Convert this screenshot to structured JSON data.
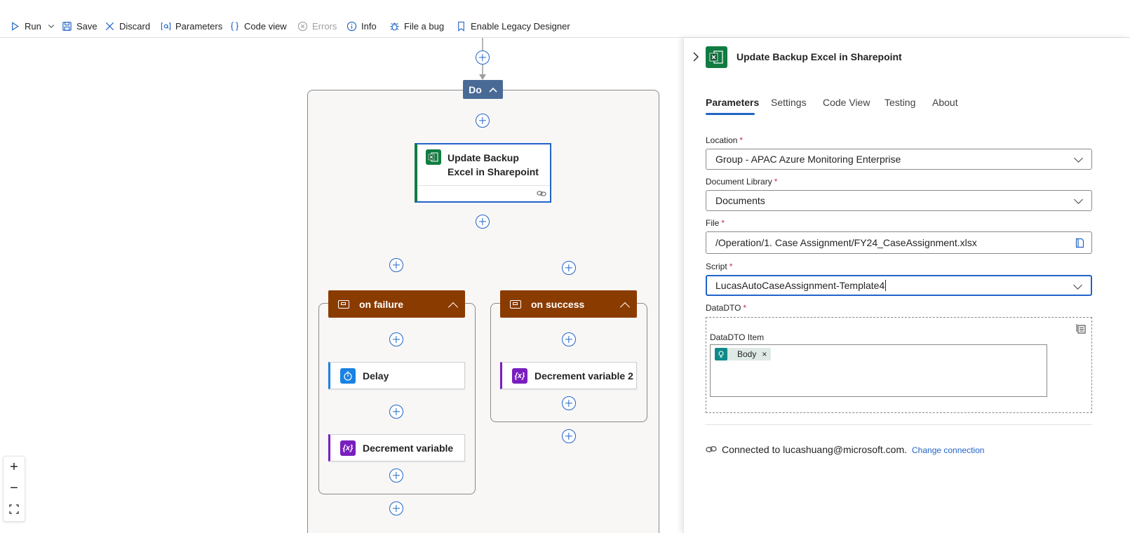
{
  "toolbar": {
    "run": "Run",
    "save": "Save",
    "discard": "Discard",
    "parameters": "Parameters",
    "code_view": "Code view",
    "errors": "Errors",
    "info": "Info",
    "file_bug": "File a bug",
    "legacy": "Enable Legacy Designer"
  },
  "canvas": {
    "do_label": "Do",
    "main_action": "Update Backup Excel in Sharepoint",
    "failure_branch": "on failure",
    "success_branch": "on success",
    "delay_action": "Delay",
    "decrement_action": "Decrement variable",
    "decrement2_action": "Decrement variable 2",
    "zoom_in": "+",
    "zoom_out": "−"
  },
  "panel": {
    "title": "Update Backup Excel in Sharepoint",
    "tabs": [
      "Parameters",
      "Settings",
      "Code View",
      "Testing",
      "About"
    ],
    "active_tab": "Parameters",
    "location_label": "Location",
    "location_value": "Group - APAC Azure Monitoring Enterprise",
    "doclib_label": "Document Library",
    "doclib_value": "Documents",
    "file_label": "File",
    "file_value": "/Operation/1. Case Assignment/FY24_CaseAssignment.xlsx",
    "script_label": "Script",
    "script_value": "LucasAutoCaseAssignment-Template4",
    "datadto_label": "DataDTO",
    "datadto_item_label": "DataDTO Item",
    "token_label": "Body",
    "token_remove": "×",
    "required_mark": "*",
    "connection_text": "Connected to lucashuang@microsoft.com.",
    "change_connection": "Change connection"
  },
  "colors": {
    "accent": "#2264c8",
    "scope_header": "#4a6a96",
    "branch_header": "#8a3b00",
    "excel_green": "#107c41",
    "variable_purple": "#7a1fbf",
    "delay_blue": "#1a82e2"
  }
}
